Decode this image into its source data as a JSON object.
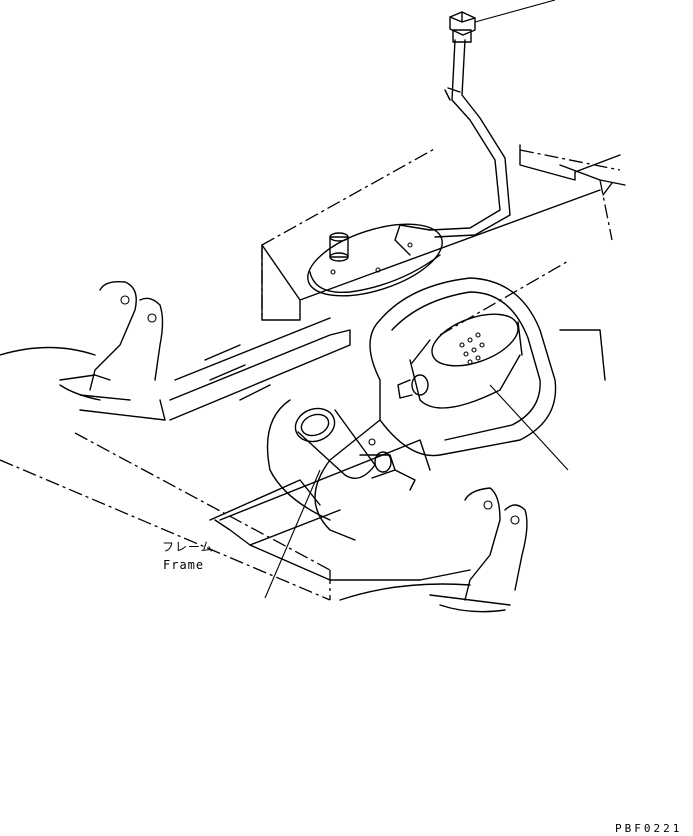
{
  "labels": {
    "frame_jp": "フレーム",
    "frame_en": "Frame",
    "drawing_code": "PBF0221"
  }
}
